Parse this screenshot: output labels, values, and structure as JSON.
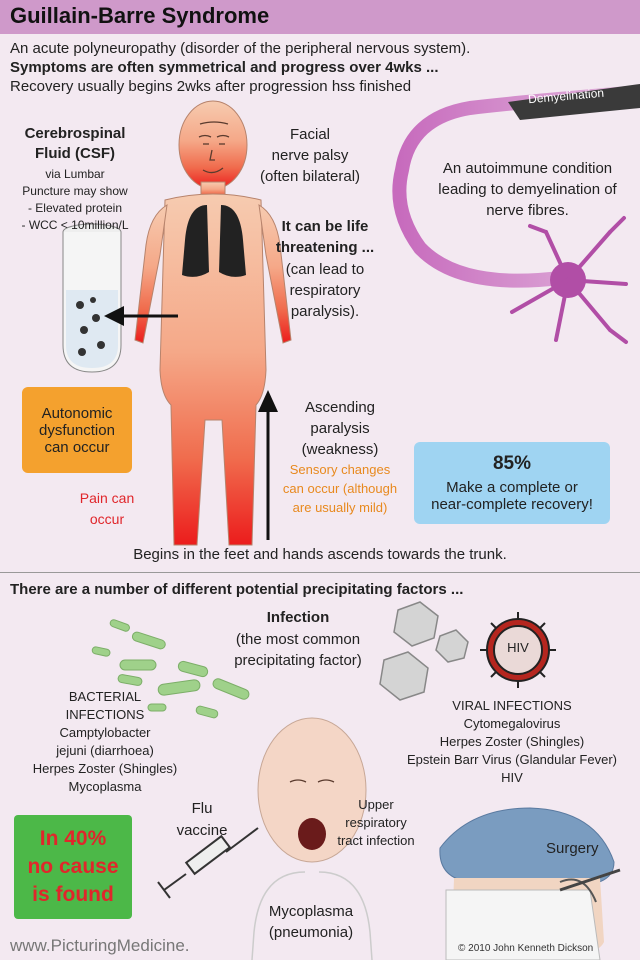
{
  "title": "Guillain-Barre Syndrome",
  "intro": {
    "line1": "An acute polyneuropathy (disorder of the peripheral nervous system).",
    "line2": "Symptoms are often symmetrical and progress over 4wks ...",
    "line3": "Recovery usually begins 2wks after progression hss finished"
  },
  "csf": {
    "heading1": "Cerebrospinal",
    "heading2": "Fluid (CSF)",
    "l1": "via Lumbar",
    "l2": "Puncture may show",
    "l3": "- Elevated protein",
    "l4": "- WCC < 10million/L"
  },
  "facial": {
    "l1": "Facial",
    "l2": "nerve palsy",
    "l3": "(often bilateral)"
  },
  "demyelination_label": "Demyelination",
  "autoimmune": {
    "l1": "An autoimmune condition",
    "l2": "leading to demyelination of",
    "l3": "nerve fibres."
  },
  "threat": {
    "l1": "It can be life",
    "l2": "threatening ...",
    "l3": "(can lead to",
    "l4": "respiratory",
    "l5": "paralysis)."
  },
  "autonomic": {
    "l1": "Autonomic",
    "l2": "dysfunction",
    "l3": "can occur"
  },
  "ascending": {
    "l1": "Ascending",
    "l2": "paralysis",
    "l3": "(weakness)"
  },
  "sensory": {
    "l1": "Sensory changes",
    "l2": "can occur (although",
    "l3": "are usually mild)"
  },
  "recovery": {
    "percent": "85%",
    "l1": "Make a complete or",
    "l2": "near-complete recovery!"
  },
  "pain": {
    "l1": "Pain can",
    "l2": "occur"
  },
  "begins": "Begins in the feet and hands ascends towards the trunk.",
  "factors_heading": "There are a number of different potential precipitating factors ...",
  "infection": {
    "l1": "Infection",
    "l2": "(the most common",
    "l3": "precipitating factor)"
  },
  "hiv_label": "HIV",
  "bacterial": [
    "BACTERIAL",
    "INFECTIONS",
    "Camptylobacter",
    "jejuni (diarrhoea)",
    "Herpes Zoster (Shingles)",
    "Mycoplasma"
  ],
  "viral": [
    "VIRAL INFECTIONS",
    "Cytomegalovirus",
    "Herpes Zoster (Shingles)",
    "Epstein Barr Virus (Glandular Fever)",
    "HIV"
  ],
  "flu": {
    "l1": "Flu",
    "l2": "vaccine"
  },
  "upper": {
    "l1": "Upper",
    "l2": "respiratory",
    "l3": "tract infection"
  },
  "surgery": "Surgery",
  "no_cause": {
    "l1": "In 40%",
    "l2": "no cause",
    "l3": "is found"
  },
  "mycoplasma": {
    "l1": "Mycoplasma",
    "l2": "(pneumonia)"
  },
  "footer_left": "www.PicturingMedicine.",
  "footer_right": "© 2010 John Kenneth Dickson",
  "colors": {
    "title_bar": "#cf99ca",
    "background": "#f3e9f1",
    "autonomic_box": "#f4a12e",
    "recovery_box": "#9fd4f2",
    "no_cause_box": "#4cb848",
    "no_cause_text": "#e0262b",
    "pain_text": "#e0262b",
    "sensory_text": "#e8891e",
    "neuron": "#b14ea6"
  }
}
